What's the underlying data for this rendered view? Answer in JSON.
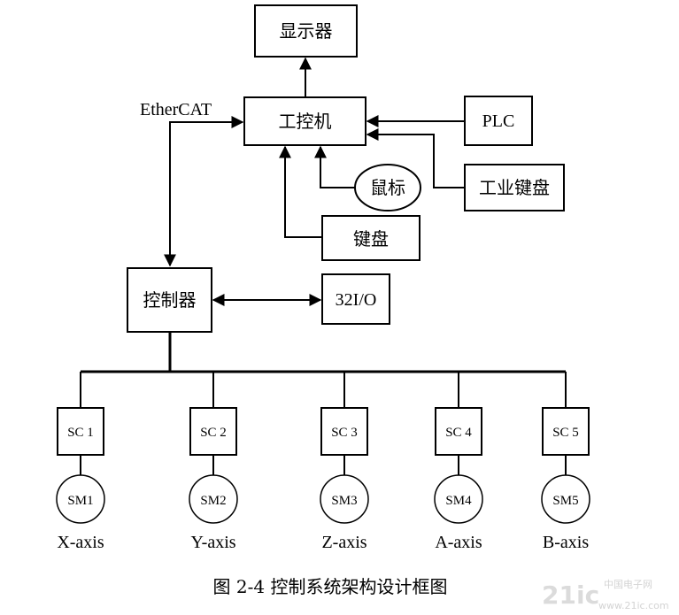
{
  "nodes": {
    "display": "显示器",
    "ipc": "工控机",
    "plc": "PLC",
    "mouse": "鼠标",
    "industrial_keyboard": "工业键盘",
    "keyboard": "键盘",
    "controller": "控制器",
    "io": "32I/O"
  },
  "bus_label": "EtherCAT",
  "axes": [
    {
      "sc": "SC 1",
      "sm": "SM1",
      "axis": "X-axis"
    },
    {
      "sc": "SC 2",
      "sm": "SM2",
      "axis": "Y-axis"
    },
    {
      "sc": "SC 3",
      "sm": "SM3",
      "axis": "Z-axis"
    },
    {
      "sc": "SC 4",
      "sm": "SM4",
      "axis": "A-axis"
    },
    {
      "sc": "SC 5",
      "sm": "SM5",
      "axis": "B-axis"
    }
  ],
  "caption": "图 2-4  控制系统架构设计框图",
  "watermark": {
    "logo": "21ic",
    "text": "中国电子网",
    "url": "www.21ic.com"
  }
}
